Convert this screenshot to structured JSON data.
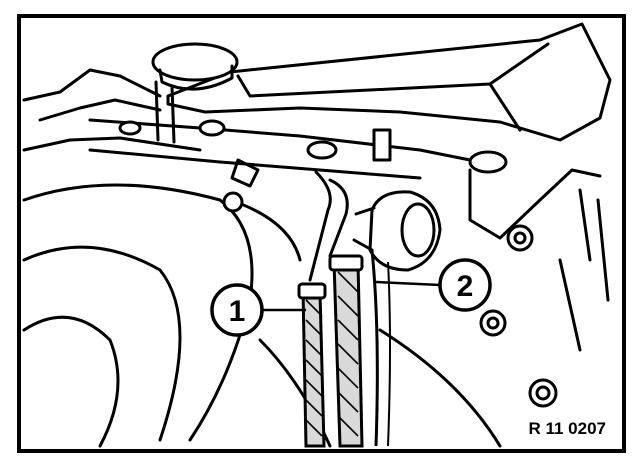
{
  "diagram": {
    "reference_code": "R 11 0207",
    "callouts": [
      {
        "number": "1",
        "target": "hose-1"
      },
      {
        "number": "2",
        "target": "valve-2"
      }
    ],
    "colors": {
      "ink": "#000000",
      "paper": "#ffffff",
      "shade": "#d9d9d9"
    }
  }
}
